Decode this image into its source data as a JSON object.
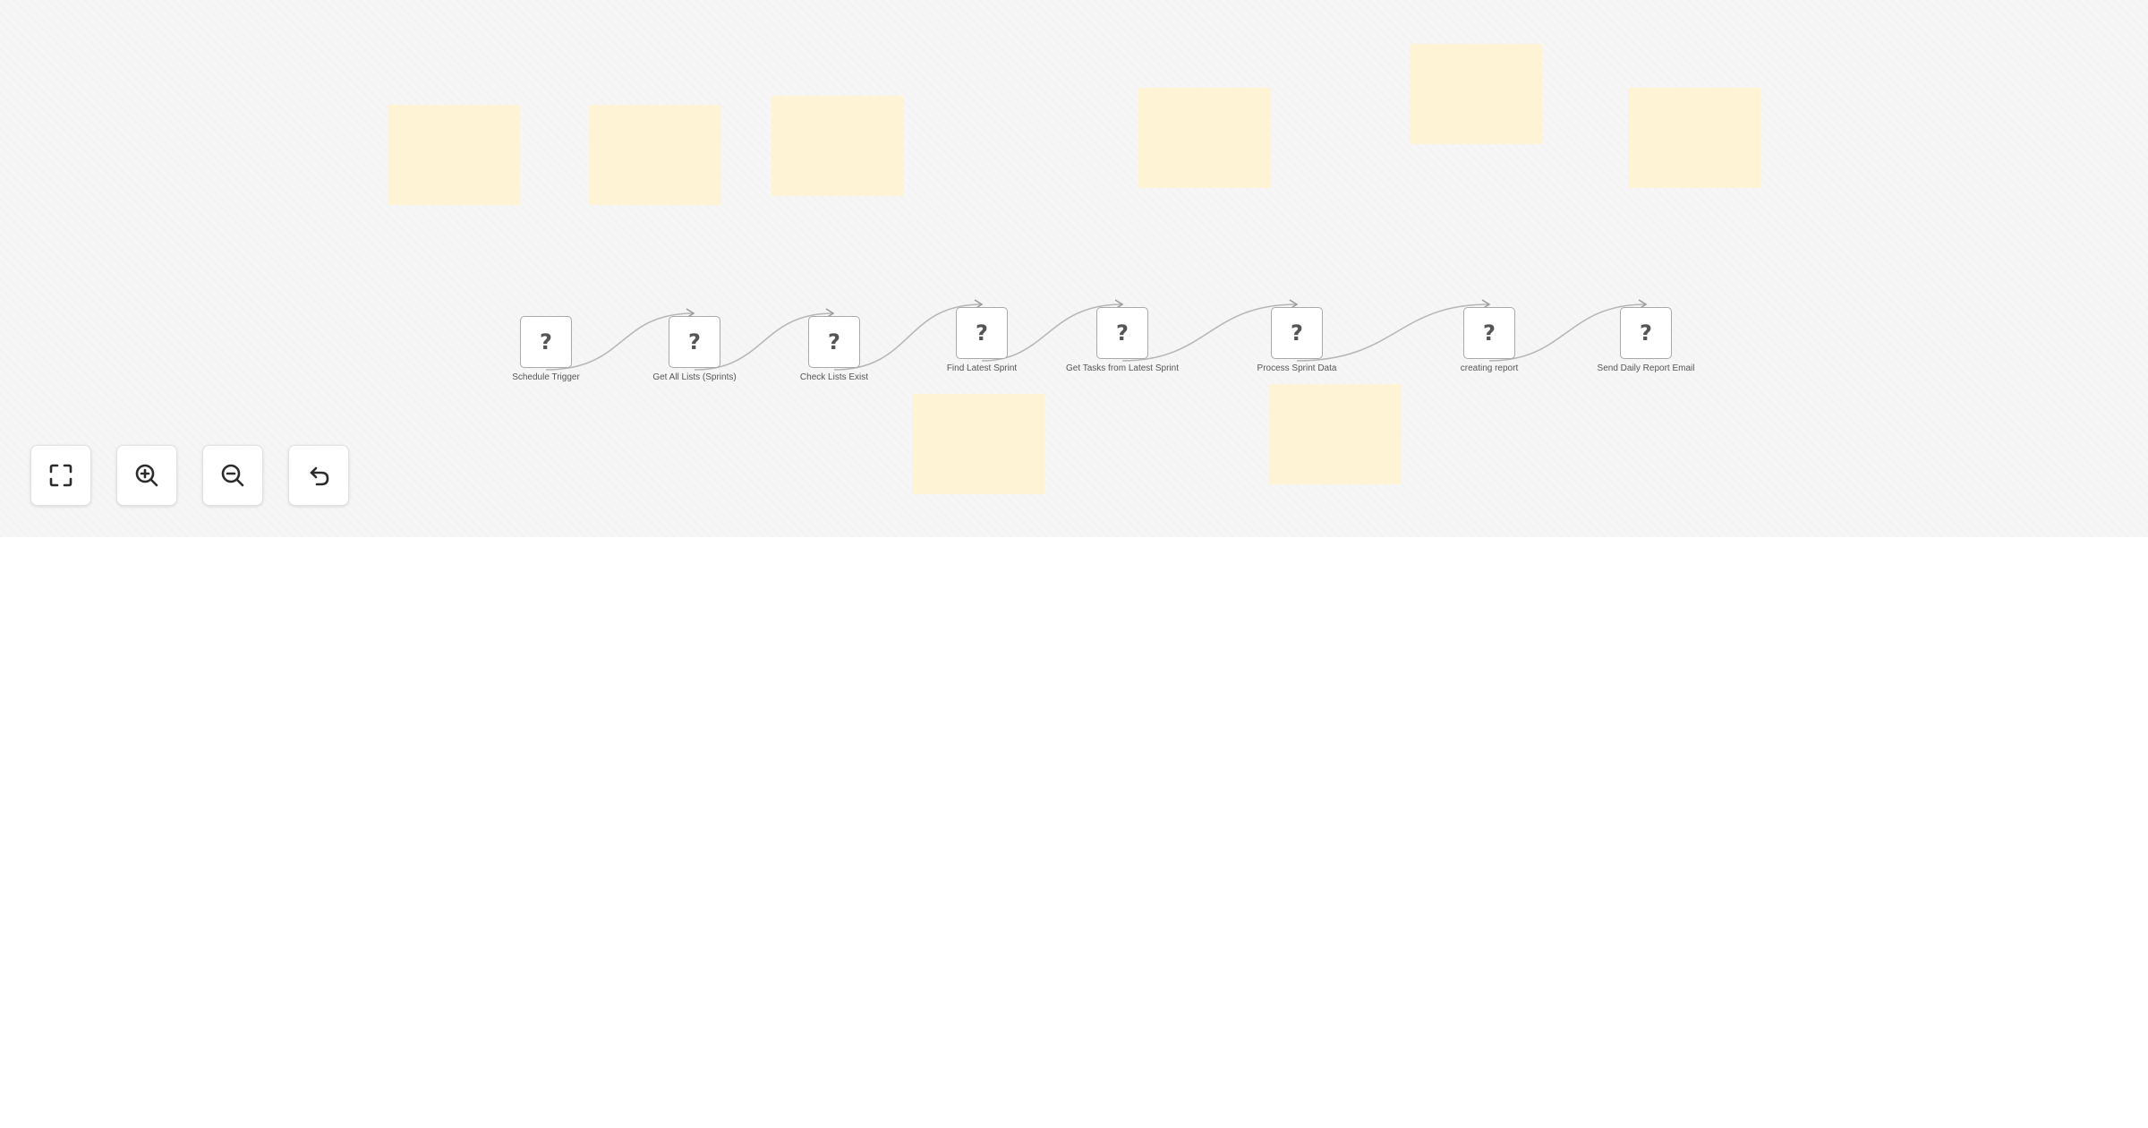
{
  "canvas": {
    "background": "#f6f6f6",
    "sticky_color": "#fff3d6",
    "sticky_notes": [
      {
        "id": "note-1"
      },
      {
        "id": "note-2"
      },
      {
        "id": "note-3"
      },
      {
        "id": "note-4"
      },
      {
        "id": "note-5"
      },
      {
        "id": "note-6"
      },
      {
        "id": "note-7"
      },
      {
        "id": "note-8"
      }
    ]
  },
  "nodes": [
    {
      "label": "Schedule Trigger",
      "icon": "question-mark-icon",
      "icon_text": "?"
    },
    {
      "label": "Get All Lists (Sprints)",
      "icon": "question-mark-icon",
      "icon_text": "?"
    },
    {
      "label": "Check Lists Exist",
      "icon": "question-mark-icon",
      "icon_text": "?"
    },
    {
      "label": "Find Latest Sprint",
      "icon": "question-mark-icon",
      "icon_text": "?"
    },
    {
      "label": "Get Tasks from Latest Sprint",
      "icon": "question-mark-icon",
      "icon_text": "?"
    },
    {
      "label": "Process Sprint Data",
      "icon": "question-mark-icon",
      "icon_text": "?"
    },
    {
      "label": "creating report",
      "icon": "question-mark-icon",
      "icon_text": "?"
    },
    {
      "label": "Send Daily Report Email",
      "icon": "question-mark-icon",
      "icon_text": "?"
    }
  ],
  "controls": [
    {
      "name": "fit-view-button",
      "icon": "fullscreen-icon"
    },
    {
      "name": "zoom-in-button",
      "icon": "zoom-in-icon"
    },
    {
      "name": "zoom-out-button",
      "icon": "zoom-out-icon"
    },
    {
      "name": "reset-zoom-button",
      "icon": "undo-icon"
    }
  ]
}
